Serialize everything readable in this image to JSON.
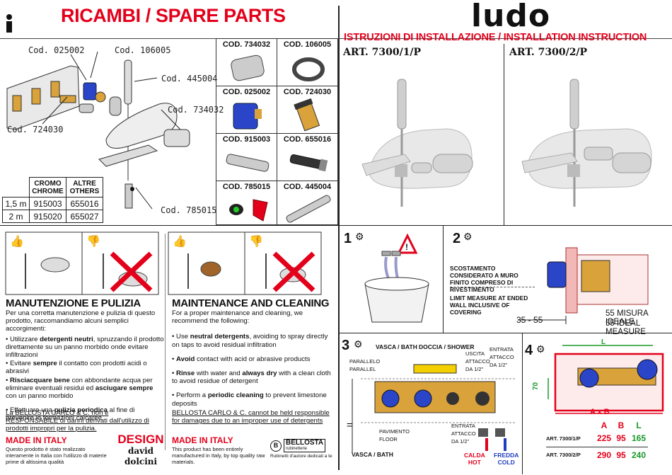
{
  "left_title": "RICAMBI / SPARE PARTS",
  "brand": "ludo",
  "right_title": "ISTRUZIONI DI INSTALLAZIONE / INSTALLATION INSTRUCTION",
  "art_1": "ART. 7300/1/P",
  "art_2": "ART. 7300/2/P",
  "callouts": [
    "Cod. 025002",
    "Cod. 106005",
    "Cod. 445004",
    "Cod. 734032",
    "Cod. 724030",
    "Cod. 785015"
  ],
  "grid_codes": [
    "COD. 734032",
    "COD. 106005",
    "COD. 025002",
    "COD. 724030",
    "COD. 915003",
    "COD. 655016",
    "COD. 785015",
    "COD. 445004"
  ],
  "parts_table": {
    "headers": [
      "CROMO CHROME",
      "ALTRE OTHERS"
    ],
    "rows": [
      {
        "size": "1,5 m",
        "chrome": "915003",
        "others": "655016"
      },
      {
        "size": "2 m",
        "chrome": "915020",
        "others": "655027"
      }
    ]
  },
  "it": {
    "heading": "MANUTENZIONE E PULIZIA",
    "intro": "Per una corretta manutenzione e pulizia di questo prodotto, raccomandiamo alcuni semplici accorgimenti:",
    "b1a": "• Utilizzare ",
    "b1b": "detergenti neutri",
    "b1c": ", spruzzando il prodotto direttamente su un panno morbido onde evitare infiltrazioni",
    "b2a": "• Evitare ",
    "b2b": "sempre",
    "b2c": " il contatto con prodotti acidi o abrasivi",
    "b3a": "• ",
    "b3b": "Risciacquare bene",
    "b3c": " con abbondante acqua per eliminare eventuali residui ed ",
    "b3d": "asciugare sempre",
    "b3e": " con un panno morbido",
    "b4a": "• Effettuare una ",
    "b4b": "pulizia periodica",
    "b4c": " al fine di prevenire le formazioni calcaree",
    "disclaimer": "La BELLOSTA CARLO & C. non è RESPONSABILE di danni derivati dall'utilizzo di prodotti impropri per la pulizia.",
    "made": "MADE IN ITALY",
    "made_note": "Questo prodotto è stato realizzato interamente in Italia con l'utilizzo di materie prime di altissima qualità"
  },
  "en": {
    "heading": "MAINTENANCE AND CLEANING",
    "intro": "For a proper maintenance and cleaning, we recommend the following:",
    "b1a": "• Use ",
    "b1b": "neutral detergents",
    "b1c": ", avoiding to spray directly on taps to avoid residual infiltration",
    "b2a": "• ",
    "b2b": "Avoid",
    "b2c": " contact with acid or abrasive products",
    "b3a": "• ",
    "b3b": "Rinse",
    "b3c": " with water and ",
    "b3d": "always dry",
    "b3e": " with a clean cloth to avoid residue of detergent",
    "b4a": "• Perform a ",
    "b4b": "periodic cleaning",
    "b4c": " to prevent limestone deposits",
    "disclaimer": "BELLOSTA CARLO & C. cannot be held responsible for damages due to an improper use of detergents",
    "made": "MADE IN ITALY",
    "made_note": "This product has been entirely manufactured in Italy, by top quality raw materials."
  },
  "design": {
    "label": "DESIGN",
    "name1": "david",
    "name2": "dolcini"
  },
  "bellosta": {
    "name": "BELLOSTA",
    "sub": "rubinetterie",
    "tagline": "Rubinetti d'autore dedicati a te"
  },
  "steps": [
    "1",
    "2",
    "3",
    "4"
  ],
  "step2": {
    "it": "SCOSTAMENTO CONSIDERATO A MURO FINITO COMPRESO DI RIVESTIMENTO",
    "en": "LIMIT MEASURE AT ENDED WALL INCLUSIVE OF COVERING",
    "range": "35 - 55",
    "ideal_it": "55 MISURA IDEALE",
    "ideal_en": "55 IDEAL MEASURE"
  },
  "step3": {
    "vasca_bath": "VASCA / BATH",
    "doccia_shower": "DOCCIA / SHOWER",
    "parallelo": "PARALLELO",
    "parallel": "PARALLEL",
    "uscita": "USCITA",
    "attacco1": "ATTACCO",
    "da12_1": "DA 1/2\"",
    "entrata1": "ENTRATA",
    "attacco2": "ATTACCO",
    "da12_2": "DA 1/2\"",
    "pavimento": "PAVIMENTO",
    "floor": "FLOOR",
    "vasca_bath_bottom": "VASCA / BATH",
    "entrata2": "ENTRATA",
    "attacco3": "ATTACCO",
    "da12_3": "DA 1/2\"",
    "calda": "CALDA",
    "hot": "HOT",
    "fredda": "FREDDA",
    "cold": "COLD"
  },
  "step4": {
    "dim_l": "L",
    "dim_70": "70",
    "dim_axb": "A x B",
    "table_headers": [
      "A",
      "B",
      "L"
    ],
    "rows": [
      {
        "art": "ART. 7300/1/P",
        "a": "225",
        "b": "95",
        "l": "165"
      },
      {
        "art": "ART. 7300/2/P",
        "a": "290",
        "b": "95",
        "l": "240"
      }
    ]
  },
  "colors": {
    "red": "#e3001b",
    "green": "#1a9a2a",
    "blue": "#1f3fbf"
  }
}
